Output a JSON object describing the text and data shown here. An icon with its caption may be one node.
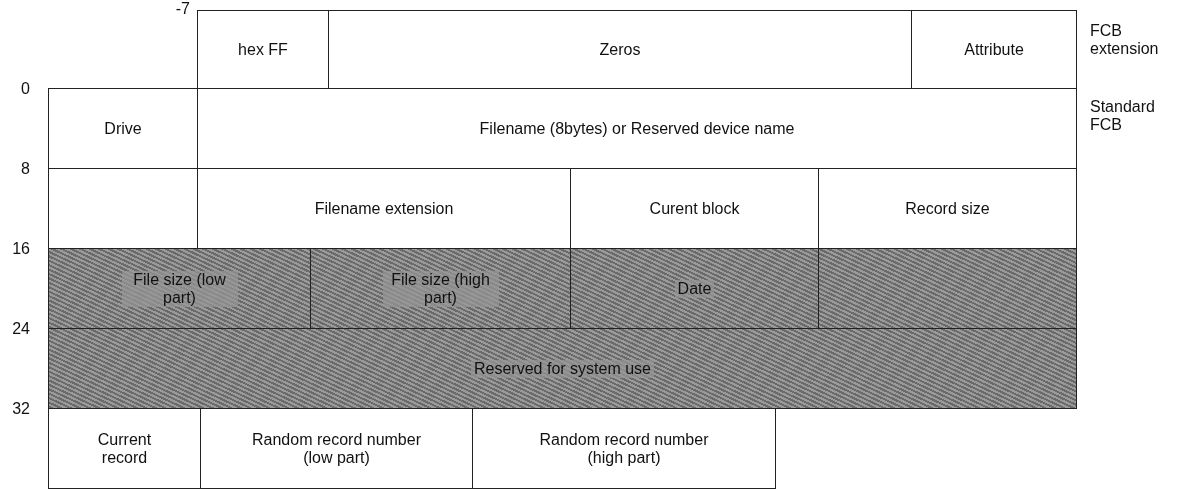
{
  "diagram": {
    "nodes": [
      {
        "text": [
          "hex FF"
        ]
      },
      {
        "text": [
          "Zeros"
        ]
      },
      {
        "text": [
          "Attribute"
        ]
      },
      {
        "text": [
          "Drive"
        ]
      },
      {
        "text": [
          "Filename (8bytes) or Reserved device name"
        ]
      },
      {
        "text": [],
        "shape": "box"
      },
      {
        "text": [
          "Filename extension"
        ]
      },
      {
        "text": [
          "Curent block"
        ]
      },
      {
        "text": [
          "Record size"
        ]
      },
      {
        "text": [
          "File size (low part)"
        ]
      },
      {
        "text": [
          "File size (high part)"
        ]
      },
      {
        "text": [
          "Date"
        ]
      },
      {
        "text": [
          "Reserved for system use"
        ]
      },
      {
        "text": [
          "Current record"
        ]
      },
      {
        "text": [
          "Random record number (low part)"
        ]
      },
      {
        "text": [
          "Random record number (high part)"
        ]
      }
    ],
    "edges": [],
    "labels": [
      "-7",
      "FCB extension",
      "0",
      "Standard FCB",
      "8",
      "16",
      "24",
      "32"
    ]
  }
}
